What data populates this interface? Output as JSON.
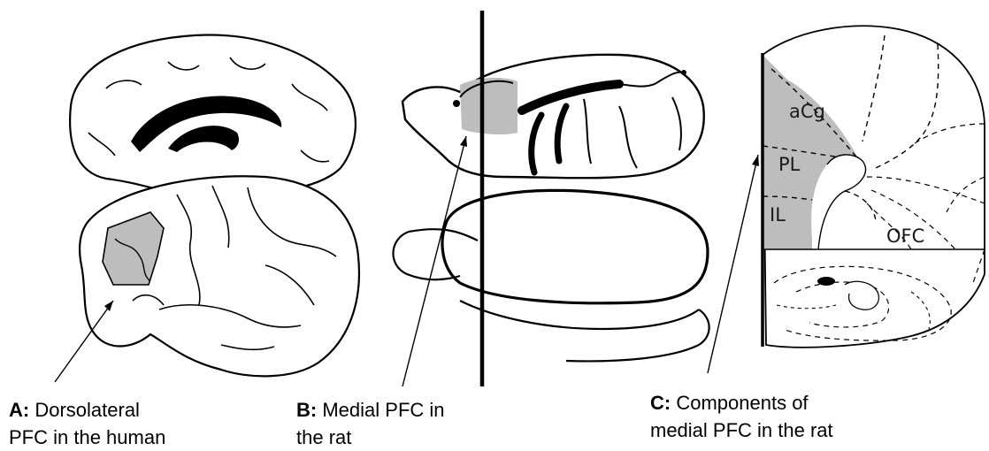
{
  "panels": {
    "a": {
      "letter": "A:",
      "line1": "Dorsolateral",
      "line2": "PFC in the human"
    },
    "b": {
      "letter": "B:",
      "line1": "Medial PFC in",
      "line2": "the rat"
    },
    "c": {
      "letter": "C:",
      "line1": "Components of",
      "line2": "medial PFC in the rat"
    }
  },
  "regions": {
    "acg": "aCg",
    "pl": "PL",
    "il": "IL",
    "ofc": "OFC"
  },
  "colors": {
    "ink": "#000000",
    "highlight": "#bdbdbd"
  }
}
